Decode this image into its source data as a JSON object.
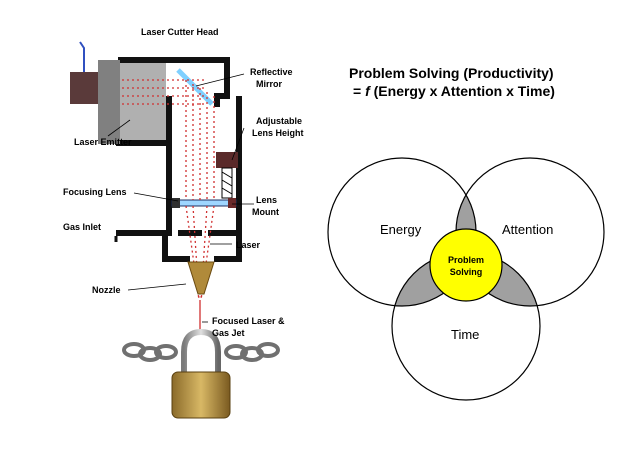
{
  "laser_diagram": {
    "title": "Laser Cutter Head",
    "labels": {
      "reflective_mirror_1": "Reflective",
      "reflective_mirror_2": "Mirror",
      "laser_emitter": "Laser Emitter",
      "adjustable_1": "Adjustable",
      "adjustable_2": "Lens Height",
      "focusing_lens": "Focusing Lens",
      "lens_mount_1": "Lens",
      "lens_mount_2": "Mount",
      "gas_inlet": "Gas Inlet",
      "laser": "Laser",
      "nozzle": "Nozzle",
      "focused_1": "Focused Laser &",
      "focused_2": "Gas Jet"
    }
  },
  "formula": {
    "line1": "Problem Solving (Productivity)",
    "line2_prefix": "= ",
    "line2_f": "f",
    "line2_rest": " (Energy x Attention x Time)"
  },
  "venn": {
    "energy": "Energy",
    "attention": "Attention",
    "time": "Time",
    "center_1": "Problem",
    "center_2": "Solving",
    "center_color": "#ffff00",
    "overlap_color": "#a0a0a0"
  }
}
